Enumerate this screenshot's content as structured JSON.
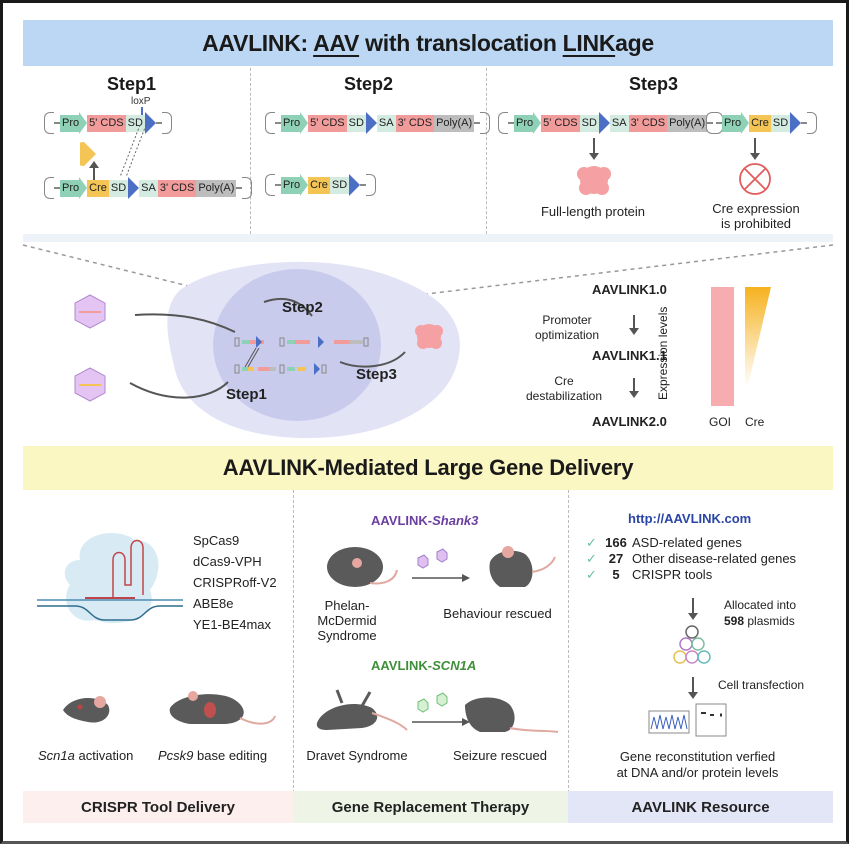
{
  "header": {
    "title_prefix": "AAVLINK: ",
    "title_aav": "AAV",
    "title_mid": " with translocation ",
    "title_link": "LINK",
    "title_suffix": "age"
  },
  "steps": [
    {
      "title": "Step1",
      "loxp_label": "loxP",
      "construct_a": [
        "Pro",
        "5' CDS",
        "SD"
      ],
      "construct_b": [
        "Pro",
        "Cre",
        "SD",
        "SA",
        "3' CDS",
        "Poly(A)"
      ]
    },
    {
      "title": "Step2",
      "construct_a": [
        "Pro",
        "5' CDS",
        "SD",
        "SA",
        "3' CDS",
        "Poly(A)"
      ],
      "construct_b": [
        "Pro",
        "Cre",
        "SD"
      ]
    },
    {
      "title": "Step3",
      "construct_a": [
        "Pro",
        "5' CDS",
        "SD",
        "SA",
        "3' CDS",
        "Poly(A)"
      ],
      "construct_b": [
        "Pro",
        "Cre",
        "SD"
      ],
      "outcome_a": "Full-length protein",
      "outcome_b_line1": "Cre expression",
      "outcome_b_line2": "is prohibited"
    }
  ],
  "cell_diagram": {
    "step1": "Step1",
    "step2": "Step2",
    "step3": "Step3"
  },
  "versions": {
    "v1": "AAVLINK1.0",
    "change1_line1": "Promoter",
    "change1_line2": "optimization",
    "v2": "AAVLINK1.1",
    "change2_line1": "Cre",
    "change2_line2": "destabilization",
    "v3": "AAVLINK2.0",
    "y_axis_label": "Expression levels",
    "bar_goi_label": "GOI",
    "bar_cre_label": "Cre",
    "goi_color": "#f7adb0",
    "cre_color": "#f6b21f"
  },
  "section_title": "AAVLINK-Mediated Large Gene Delivery",
  "crispr": {
    "tools": [
      "SpCas9",
      "dCas9-VPH",
      "CRISPRoff-V2",
      "ABE8e",
      "YE1-BE4max"
    ],
    "mouse1_gene": "Scn1a",
    "mouse1_text": " activation",
    "mouse2_gene": "Pcsk9",
    "mouse2_text": " base editing",
    "footer": "CRISPR Tool Delivery",
    "footer_color": "#fcefee"
  },
  "gene_therapy": {
    "shank3_prefix": "AAVLINK-",
    "shank3_gene": "Shank3",
    "shank3_color": "#6b3fa0",
    "pms_line1": "Phelan-McDermid",
    "pms_line2": "Syndrome",
    "behaviour": "Behaviour rescued",
    "scn1a_prefix": "AAVLINK-",
    "scn1a_gene": "SCN1A",
    "scn1a_color": "#3f8f3a",
    "dravet": "Dravet Syndrome",
    "seizure": "Seizure rescued",
    "footer": "Gene Replacement Therapy",
    "footer_color": "#eef5e6"
  },
  "resource": {
    "url": "http://AAVLINK.com",
    "url_color": "#2a45a8",
    "items": [
      {
        "count": "166",
        "label": "ASD-related genes"
      },
      {
        "count": "27",
        "label": "Other disease-related genes"
      },
      {
        "count": "5",
        "label": "CRISPR tools"
      }
    ],
    "allocated_line1": "Allocated into",
    "allocated_count": "598",
    "allocated_suffix": " plasmids",
    "transfection": "Cell transfection",
    "verified_line1": "Gene reconstitution verfied",
    "verified_line2": "at DNA and/or protein levels",
    "footer": "AAVLINK Resource",
    "footer_color": "#e3e6f6"
  }
}
